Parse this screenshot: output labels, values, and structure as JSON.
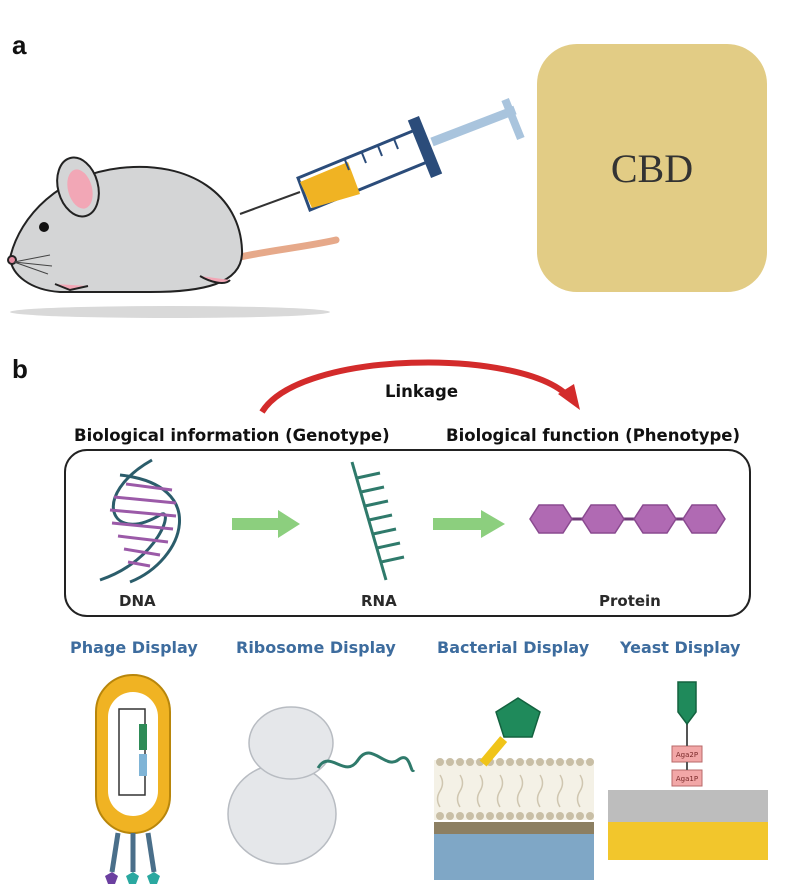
{
  "panels": {
    "a": "a",
    "b": "b"
  },
  "cbd_label": "CBD",
  "linkage_label": "Linkage",
  "genotype_label": "Biological information (Genotype)",
  "phenotype_label": "Biological function (Phenotype)",
  "molecules": {
    "dna": "DNA",
    "rna": "RNA",
    "protein": "Protein"
  },
  "display_methods": {
    "phage": "Phage Display",
    "ribosome": "Ribosome Display",
    "bacterial": "Bacterial Display",
    "yeast": "Yeast Display"
  },
  "yeast_proteins": {
    "aga2p": "Aga2P",
    "aga1p": "Aga1P"
  },
  "colors": {
    "cbd_box": "#e2cc85",
    "display_title": "#3d6c9e",
    "linkage_arrow": "#d32b2b",
    "protein_hexagon": "#b06ab3",
    "flow_arrow": "#8ccf7e"
  }
}
